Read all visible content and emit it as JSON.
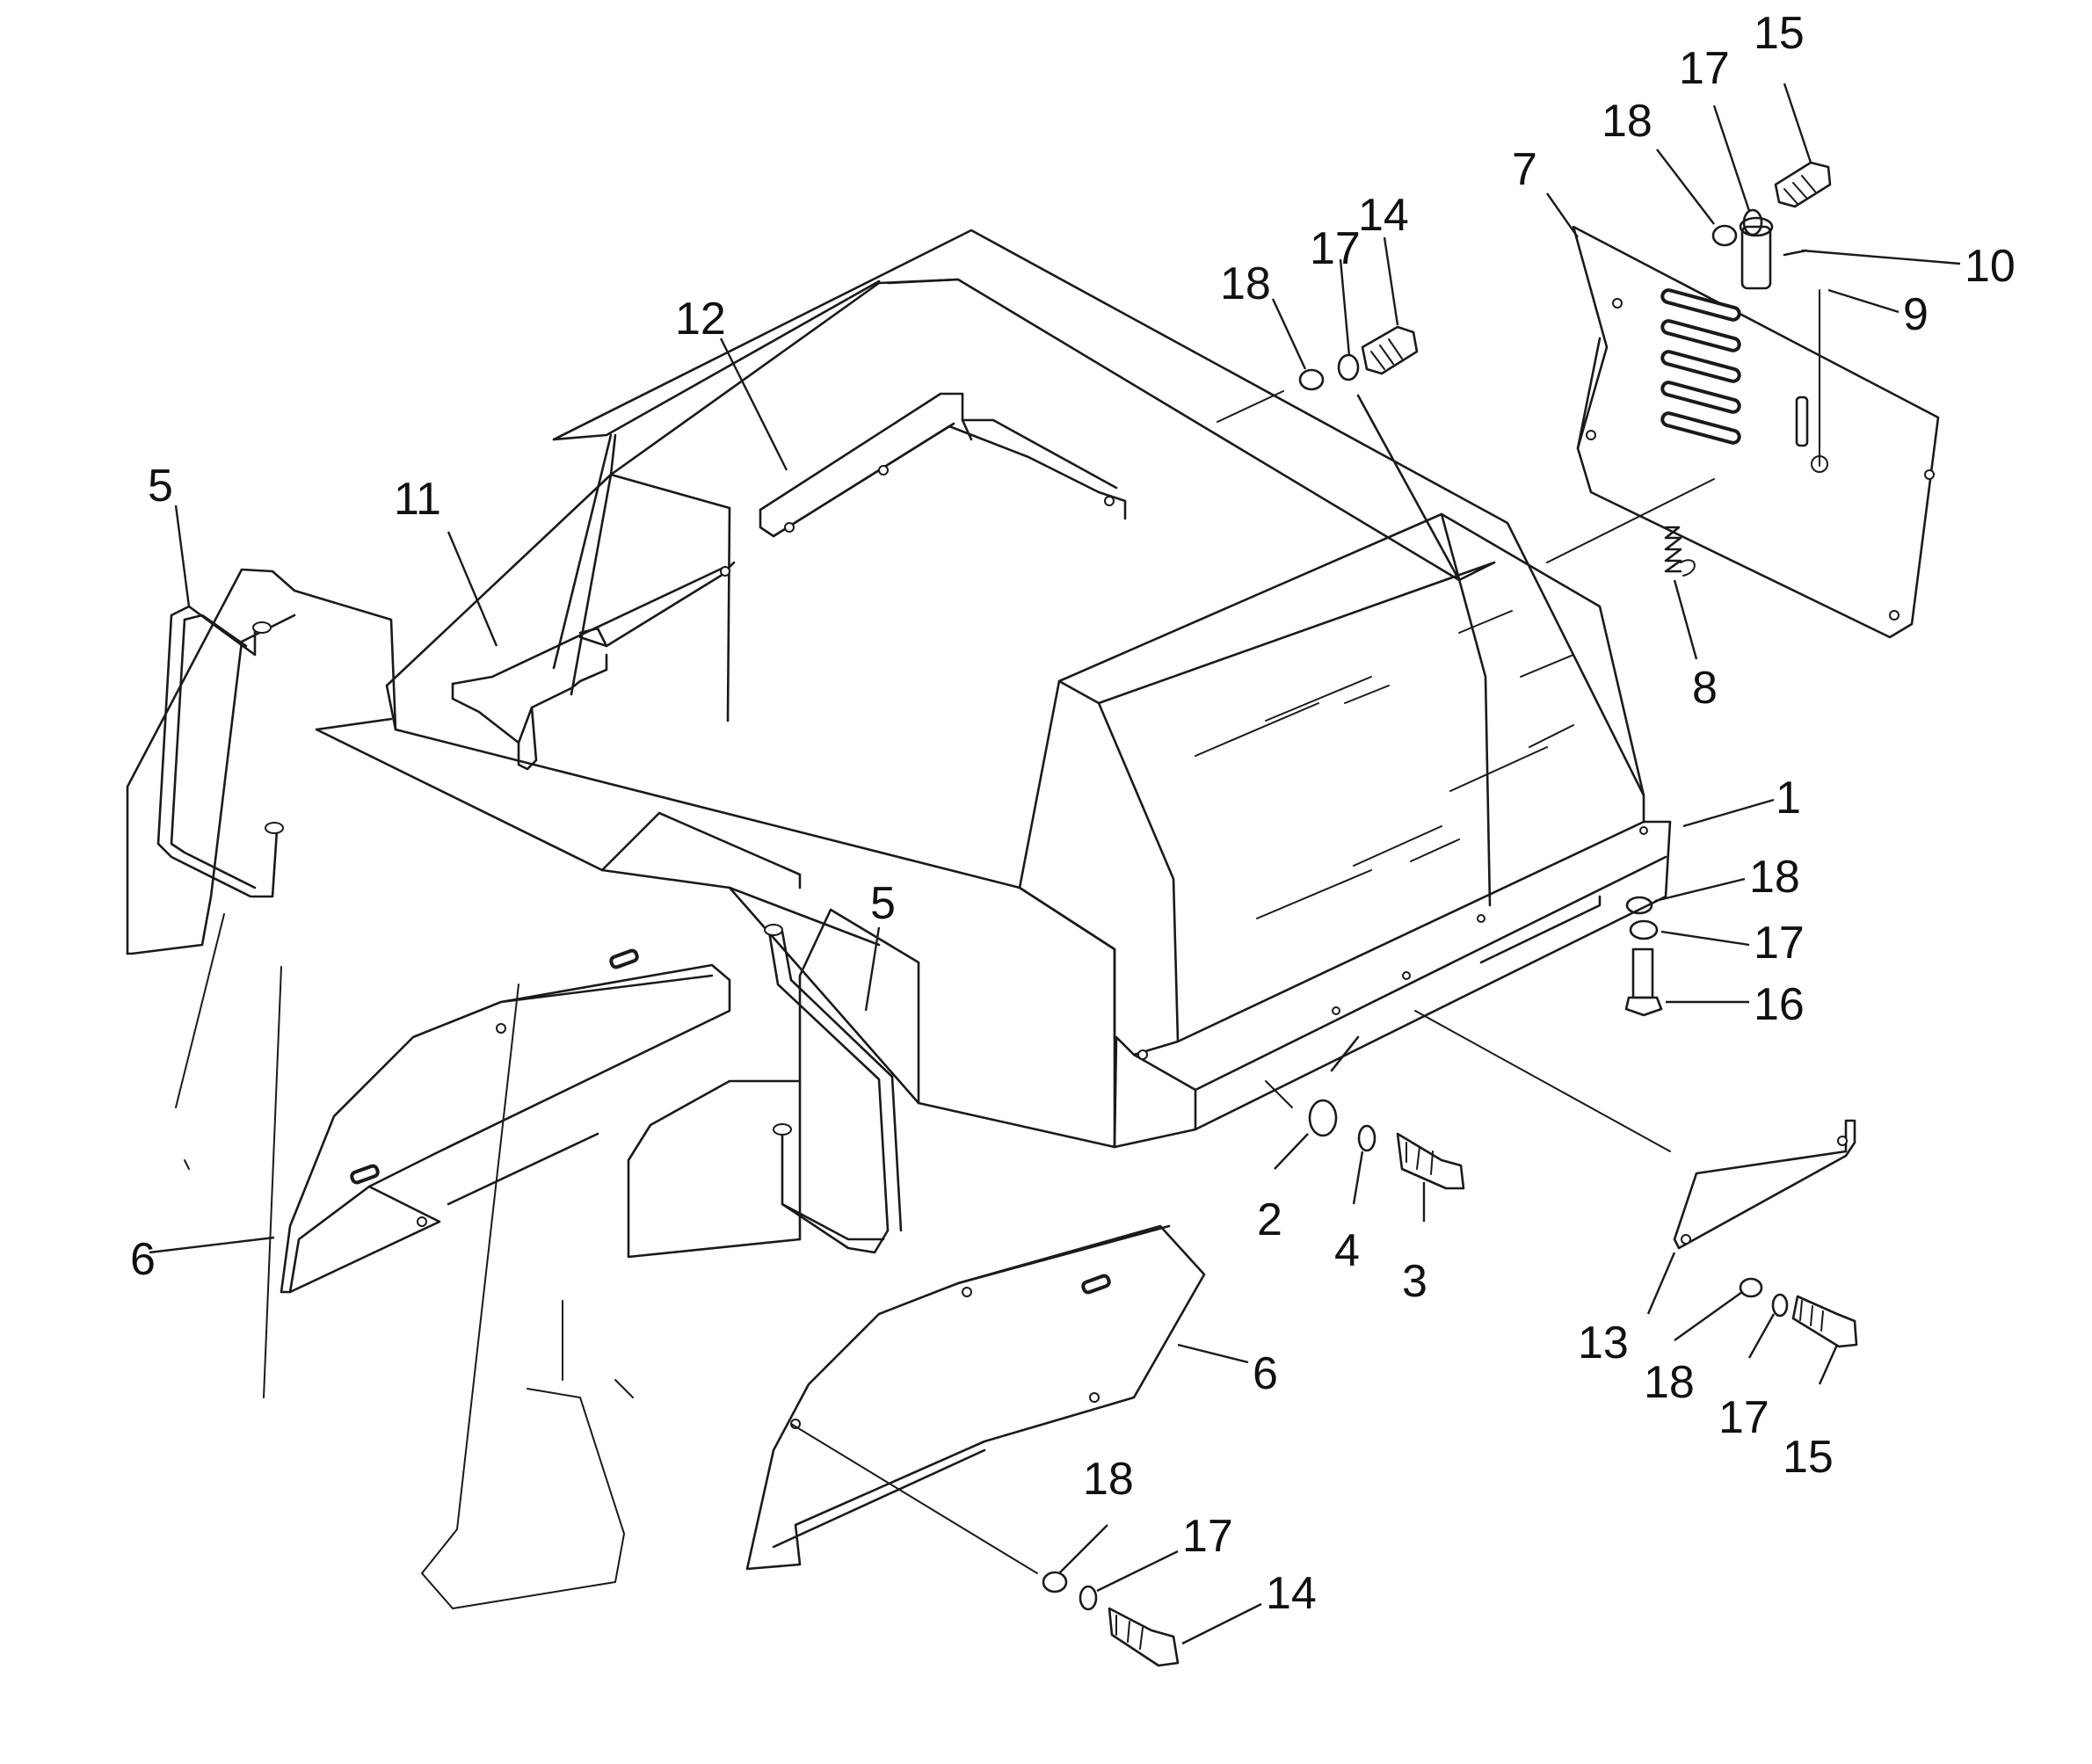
{
  "diagram": {
    "colors": {
      "line": "#1a1a1a",
      "background": "#ffffff"
    },
    "callouts": [
      {
        "id": "c1",
        "text": "1"
      },
      {
        "id": "c2",
        "text": "2"
      },
      {
        "id": "c3",
        "text": "3"
      },
      {
        "id": "c4",
        "text": "4"
      },
      {
        "id": "c5a",
        "text": "5"
      },
      {
        "id": "c5b",
        "text": "5"
      },
      {
        "id": "c6a",
        "text": "6"
      },
      {
        "id": "c6b",
        "text": "6"
      },
      {
        "id": "c7",
        "text": "7"
      },
      {
        "id": "c8",
        "text": "8"
      },
      {
        "id": "c9",
        "text": "9"
      },
      {
        "id": "c10",
        "text": "10"
      },
      {
        "id": "c11",
        "text": "11"
      },
      {
        "id": "c12",
        "text": "12"
      },
      {
        "id": "c13",
        "text": "13"
      },
      {
        "id": "c14a",
        "text": "14"
      },
      {
        "id": "c14b",
        "text": "14"
      },
      {
        "id": "c15a",
        "text": "15"
      },
      {
        "id": "c15b",
        "text": "15"
      },
      {
        "id": "c16",
        "text": "16"
      },
      {
        "id": "c17a",
        "text": "17"
      },
      {
        "id": "c17b",
        "text": "17"
      },
      {
        "id": "c17c",
        "text": "17"
      },
      {
        "id": "c17d",
        "text": "17"
      },
      {
        "id": "c17e",
        "text": "17"
      },
      {
        "id": "c18a",
        "text": "18"
      },
      {
        "id": "c18b",
        "text": "18"
      },
      {
        "id": "c18c",
        "text": "18"
      },
      {
        "id": "c18d",
        "text": "18"
      },
      {
        "id": "c18e",
        "text": "18"
      }
    ]
  }
}
